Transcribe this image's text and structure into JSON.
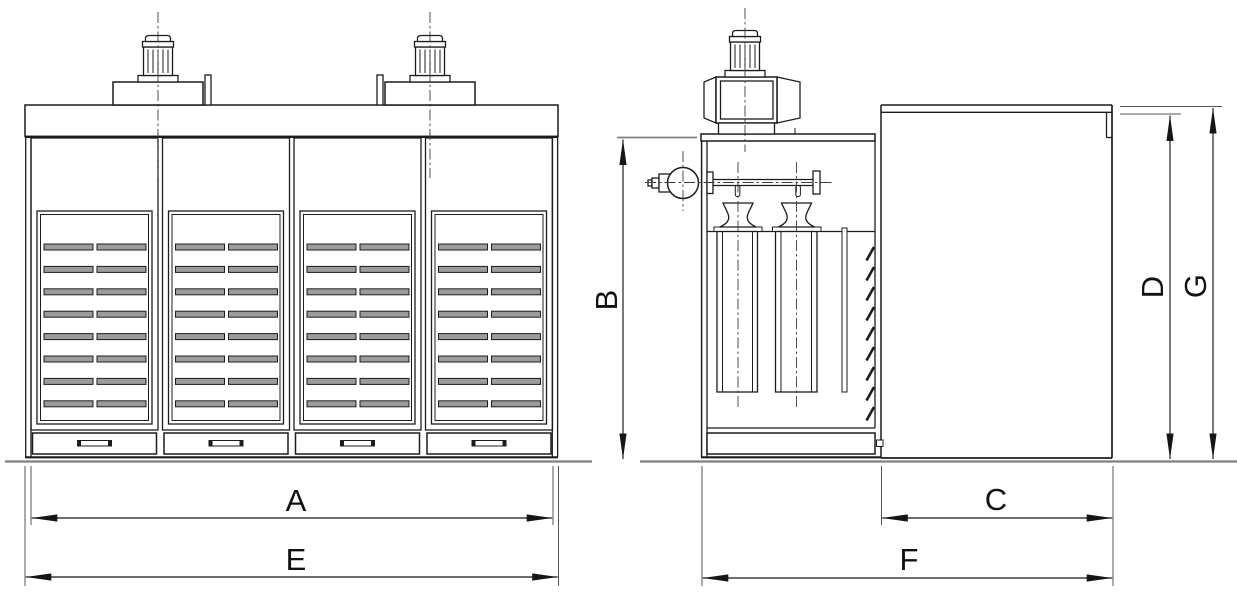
{
  "drawing": {
    "type": "technical-dimension-drawing",
    "views": {
      "front_view": "drying-cabinet-front-elevation",
      "side_view": "drying-cabinet-side-elevation"
    }
  },
  "dimensions": {
    "a": "A",
    "b": "B",
    "c": "C",
    "d": "D",
    "e": "E",
    "f": "F",
    "g": "G"
  },
  "colors": {
    "line": "#1c1c1c",
    "ground": "#7f7f7f",
    "slat": "#9c9c9c",
    "centerline": "#3c3c3c",
    "dim": "#161616",
    "ext": "#555555",
    "label": "#111111",
    "background": "#ffffff"
  }
}
